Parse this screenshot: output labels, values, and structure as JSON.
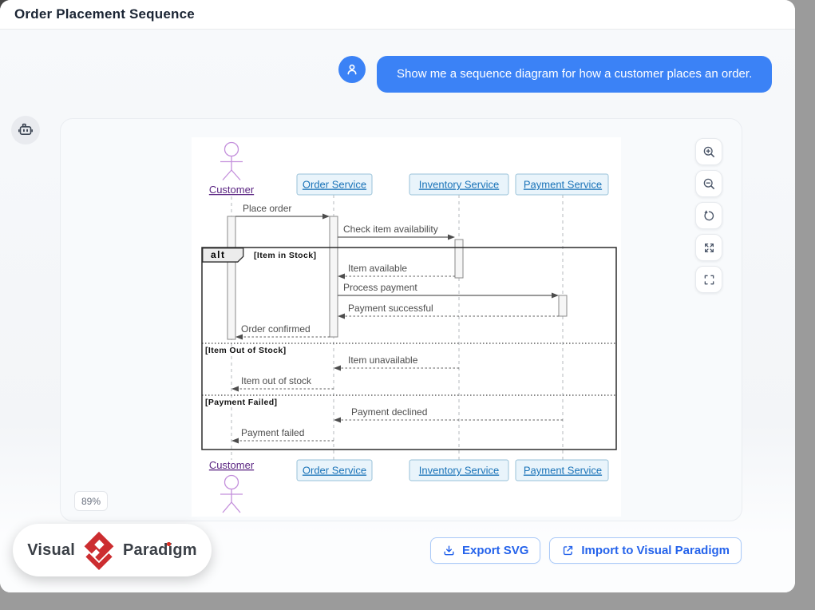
{
  "window": {
    "title": "Order Placement Sequence"
  },
  "chat": {
    "user_message": "Show me a sequence diagram for how a customer places an order.",
    "user_avatar_icon": "user-icon",
    "bot_avatar_icon": "robot-icon"
  },
  "viewer": {
    "zoom_level": "89%",
    "toolbar": [
      {
        "name": "zoom-in"
      },
      {
        "name": "zoom-out"
      },
      {
        "name": "reset-view"
      },
      {
        "name": "expand"
      },
      {
        "name": "fullscreen"
      }
    ]
  },
  "footer": {
    "export_label": "Export SVG",
    "import_label": "Import to Visual Paradigm"
  },
  "brand": {
    "visual": "Visual",
    "paradigm": "Paradigm"
  },
  "diagram": {
    "type": "sequence",
    "participants": [
      {
        "name": "Customer",
        "kind": "actor"
      },
      {
        "name": "Order Service",
        "kind": "participant"
      },
      {
        "name": "Inventory Service",
        "kind": "participant"
      },
      {
        "name": "Payment Service",
        "kind": "participant"
      }
    ],
    "fragment": {
      "operator": "alt",
      "guards": [
        "[Item in Stock]",
        "[Item Out of Stock]",
        "[Payment Failed]"
      ]
    },
    "messages": [
      {
        "from": "Customer",
        "to": "Order Service",
        "label": "Place order",
        "style": "solid"
      },
      {
        "from": "Order Service",
        "to": "Inventory Service",
        "label": "Check item availability",
        "style": "solid"
      },
      {
        "from": "Inventory Service",
        "to": "Order Service",
        "label": "Item available",
        "style": "dashed"
      },
      {
        "from": "Order Service",
        "to": "Payment Service",
        "label": "Process payment",
        "style": "solid"
      },
      {
        "from": "Payment Service",
        "to": "Order Service",
        "label": "Payment successful",
        "style": "dashed"
      },
      {
        "from": "Order Service",
        "to": "Customer",
        "label": "Order confirmed",
        "style": "dashed"
      },
      {
        "from": "Inventory Service",
        "to": "Order Service",
        "label": "Item unavailable",
        "style": "dashed"
      },
      {
        "from": "Order Service",
        "to": "Customer",
        "label": "Item out of stock",
        "style": "dashed"
      },
      {
        "from": "Payment Service",
        "to": "Order Service",
        "label": "Payment declined",
        "style": "dashed"
      },
      {
        "from": "Order Service",
        "to": "Customer",
        "label": "Payment failed",
        "style": "dashed"
      }
    ],
    "colors": {
      "participant_box_fill": "#e9f4fb",
      "participant_text": "#1a73b8",
      "actor": "#c490dc",
      "actor_text": "#5a2482",
      "message": "#4d4d4d"
    }
  }
}
